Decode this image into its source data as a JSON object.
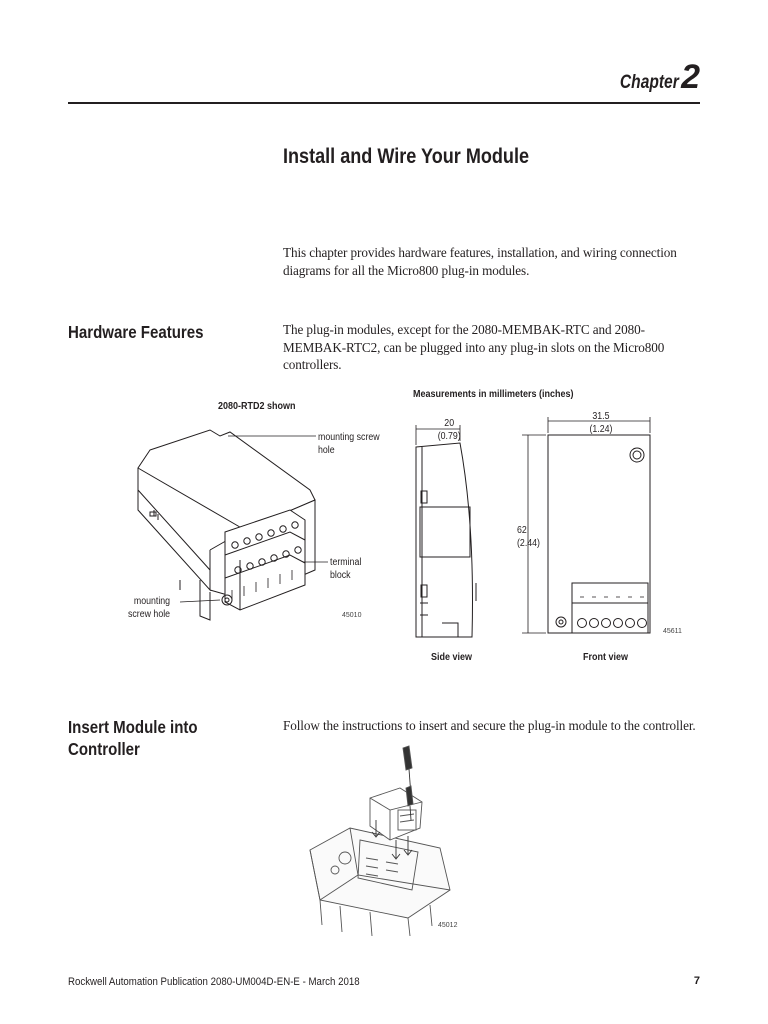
{
  "header": {
    "chapter_word": "Chapter",
    "chapter_number": "2"
  },
  "title": "Install and Wire Your Module",
  "intro": "This chapter provides hardware features, installation, and wiring connection diagrams for all the Micro800 plug-in modules.",
  "hardware_features": {
    "heading": "Hardware Features",
    "text": "The plug-in modules, except for the 2080-MEMBAK-RTC and 2080-MEMBAK-RTC2, can be plugged into any plug-in slots on the Micro800 controllers.",
    "figure_left": {
      "title": "2080-RTD2 shown",
      "callouts": {
        "mounting_screw_hole_top": [
          "mounting screw",
          "hole"
        ],
        "terminal_block": [
          "terminal",
          "block"
        ],
        "mounting_screw_hole_left": [
          "mounting",
          "screw hole"
        ]
      },
      "figure_number": "45010"
    },
    "figure_right": {
      "title": "Measurements in millimeters (inches)",
      "side_width": [
        "20",
        "(0.79)"
      ],
      "front_width": [
        "31.5",
        "(1.24)"
      ],
      "height": [
        "62",
        "(2.44)"
      ],
      "side_caption": "Side view",
      "front_caption": "Front view",
      "figure_number": "45611"
    }
  },
  "insert_module": {
    "heading_lines": [
      "Insert Module into",
      "Controller"
    ],
    "text": "Follow the instructions to insert and secure the plug-in module to the controller.",
    "figure_number": "45012"
  },
  "footer": {
    "publication": "Rockwell Automation Publication 2080-UM004D-EN-E - March 2018",
    "page_number": "7"
  }
}
